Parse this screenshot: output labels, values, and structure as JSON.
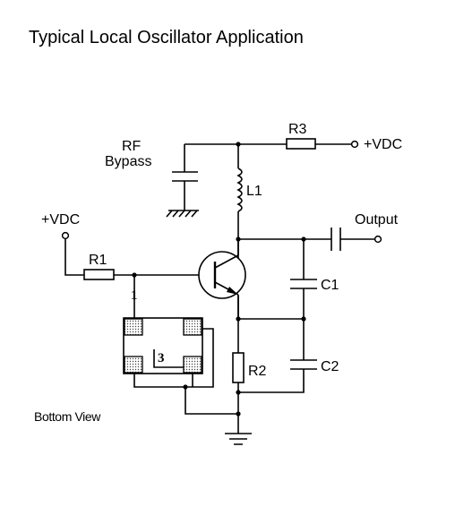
{
  "title": "Typical Local Oscillator Application",
  "labels": {
    "rf": "RF",
    "bypass": "Bypass",
    "r3": "R3",
    "vdc_right": "+VDC",
    "l1": "L1",
    "vdc_left": "+VDC",
    "output": "Output",
    "r1": "R1",
    "c1": "C1",
    "r2": "R2",
    "c2": "C2",
    "pin1": "1",
    "pin3": "3",
    "bottom_view": "Bottom View"
  },
  "icons": [
    "ground-icon",
    "chassis-ground-icon",
    "npn-transistor-icon",
    "inductor-icon",
    "capacitor-icon",
    "resistor-icon",
    "terminal-icon"
  ]
}
